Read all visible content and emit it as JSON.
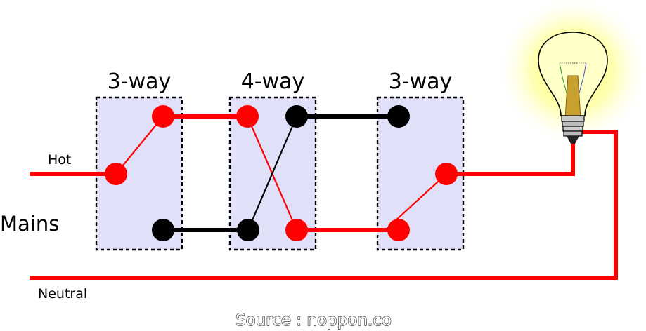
{
  "switches": [
    {
      "label": "3-way"
    },
    {
      "label": "4-way"
    },
    {
      "label": "3-way"
    }
  ],
  "labels": {
    "hot": "Hot",
    "mains": "Mains",
    "neutral": "Neutral",
    "source": "Source : noppon.co"
  },
  "colors": {
    "hot_wire": "#ff0000",
    "traveler_wire": "#000000",
    "switch_box_fill": "#e0e0f8",
    "bulb_glow": "#ffff80"
  }
}
